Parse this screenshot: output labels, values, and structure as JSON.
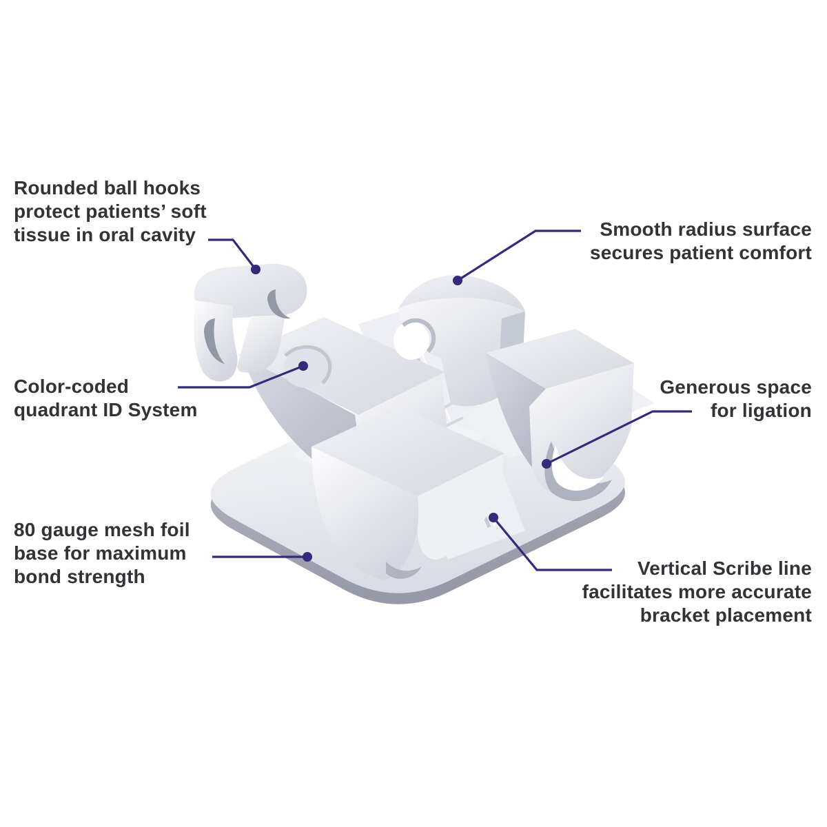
{
  "diagram": {
    "type": "product-feature-callout-diagram",
    "subject": "orthodontic-twin-bracket-with-ball-hook",
    "background": "#ffffff",
    "colors": {
      "label_text": "#323237",
      "callout_line": "#322a7a",
      "bracket_highlight": "#fafbfd",
      "bracket_midtone": "#dcdfe6",
      "bracket_shadow": "#9599a8"
    },
    "labels": {
      "ball_hooks": {
        "text": "Rounded ball hooks\nprotect patients’ soft\ntissue in oral cavity",
        "side": "left"
      },
      "smooth_surface": {
        "text": "Smooth radius surface\nsecures patient comfort",
        "side": "right"
      },
      "color_coded": {
        "text": "Color-coded\nquadrant ID System",
        "side": "left"
      },
      "ligation_space": {
        "text": "Generous space\nfor ligation",
        "side": "right"
      },
      "mesh_base": {
        "text": "80 gauge mesh foil\nbase for maximum\nbond strength",
        "side": "left"
      },
      "scribe_line": {
        "text": "Vertical Scribe line\nfacilitates more accurate\nbracket placement",
        "side": "right"
      }
    }
  }
}
